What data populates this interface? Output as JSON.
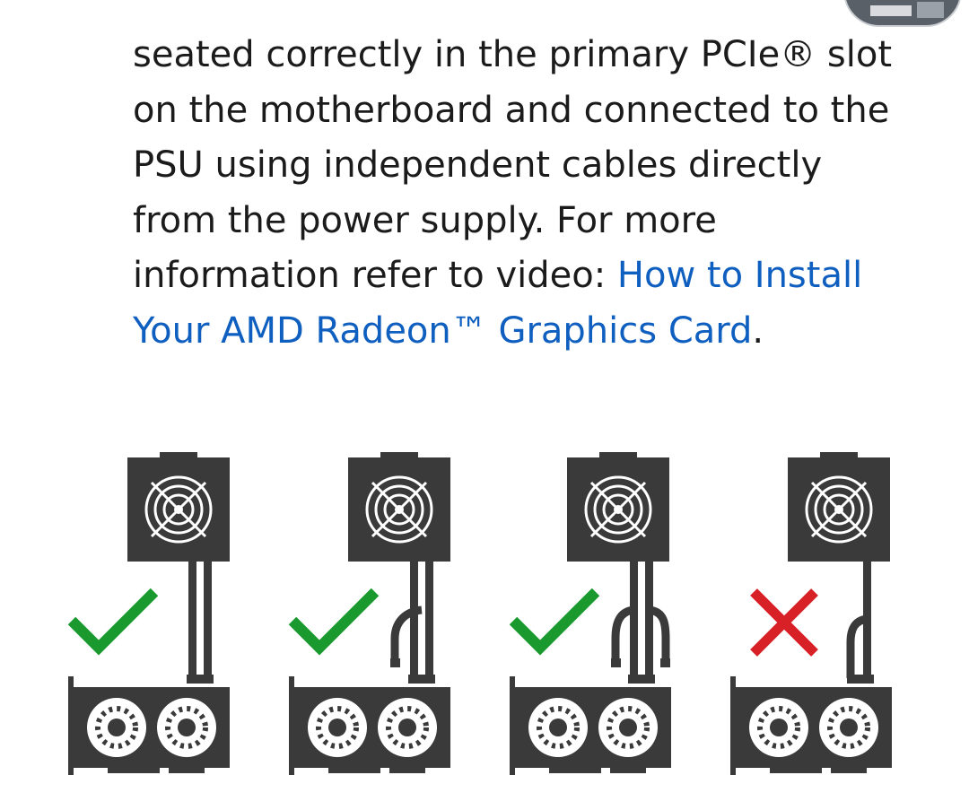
{
  "article": {
    "text_before_link": "seated correctly in the primary PCIe® slot on the motherboard and connected to the PSU using independent cables directly from the power supply. For more information refer to video: ",
    "link_text": "How to Install Your AMD Radeon™ Graphics Card",
    "text_after_link": "."
  },
  "figure": {
    "panels": [
      {
        "status": "correct",
        "icon": "green-check-icon"
      },
      {
        "status": "correct",
        "icon": "green-check-icon"
      },
      {
        "status": "correct",
        "icon": "green-check-icon"
      },
      {
        "status": "incorrect",
        "icon": "red-x-icon"
      }
    ],
    "colors": {
      "check": "#1a9a2e",
      "cross": "#d72126",
      "hardware": "#3a3a3a"
    }
  }
}
